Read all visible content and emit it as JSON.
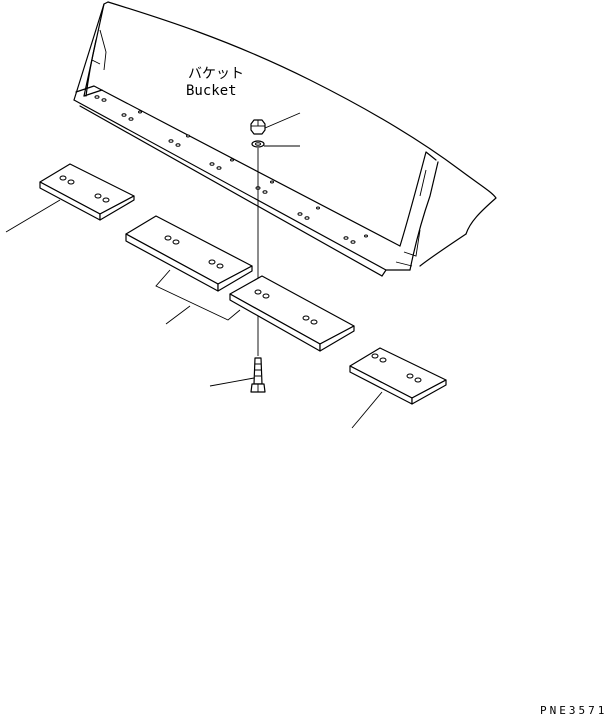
{
  "labels": {
    "bucket_jp": "バケット",
    "bucket_en": "Bucket",
    "drawing_code": "PNE3571"
  }
}
